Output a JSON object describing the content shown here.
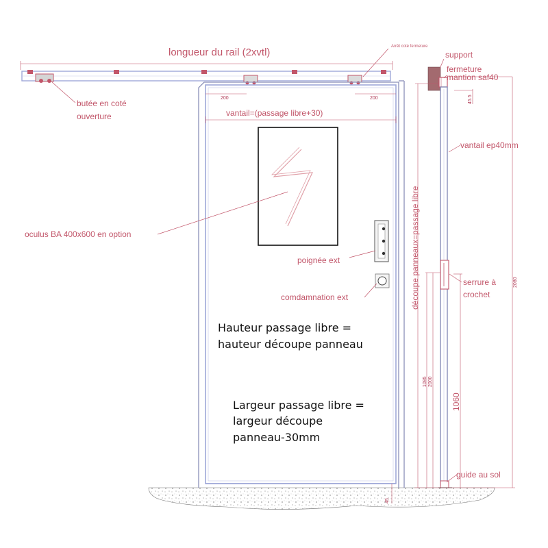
{
  "labels": {
    "rail_length": "longueur du rail (2xvtl)",
    "top_small": "Arrêt coté fermeture",
    "support": "support",
    "closure": "fermeture",
    "closure_model": "mantion saf40",
    "end_stop": "butée en coté",
    "end_stop_2": "ouverture",
    "leaf_width": "vantail=(passage libre+30)",
    "leaf_thickness": "vantail ep40mm",
    "oculus": "oculus BA 400x600 en option",
    "handle": "poignée ext",
    "condemnation": "comdamnation ext",
    "panel_cutout": "découpe panneaux=passage libre",
    "lock": "serrure à",
    "lock_2": "crochet",
    "floor_guide": "guide au sol"
  },
  "notes": {
    "height_1": "Hauteur passage libre =",
    "height_2": "hauteur découpe panneau",
    "width_1": "Largeur passage libre =",
    "width_2": "largeur découpe",
    "width_3": "panneau-30mm"
  },
  "dimensions": {
    "offset_left": "200",
    "offset_right": "200",
    "handle_height": "1060",
    "lock_h1": "1085",
    "lock_h2": "2000",
    "small_top": "45.5",
    "bottom_small": "45",
    "right_total": "2080"
  },
  "colors": {
    "accent": "#c2566a",
    "rail": "#9fa8d8",
    "frame": "#8a8fb8",
    "dark": "#111111"
  }
}
